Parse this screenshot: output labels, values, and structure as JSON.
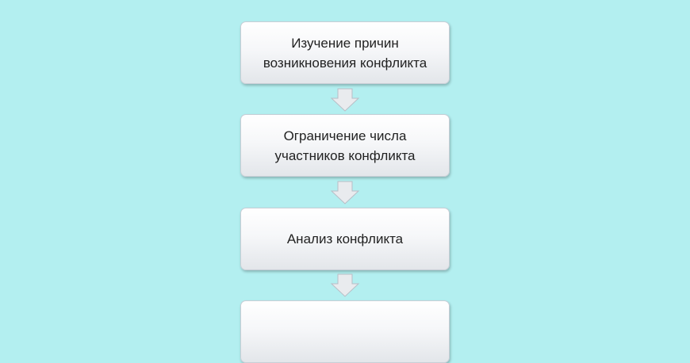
{
  "steps": [
    {
      "label": "Изучение причин возникновения конфликта"
    },
    {
      "label": "Ограничение числа участников конфликта"
    },
    {
      "label": "Анализ конфликта"
    },
    {
      "label": ""
    }
  ],
  "colors": {
    "background": "#b3eff0",
    "box_border": "#c8ced6",
    "arrow_fill": "#e9ebee",
    "arrow_stroke": "#b8bec6",
    "text": "#222222"
  }
}
